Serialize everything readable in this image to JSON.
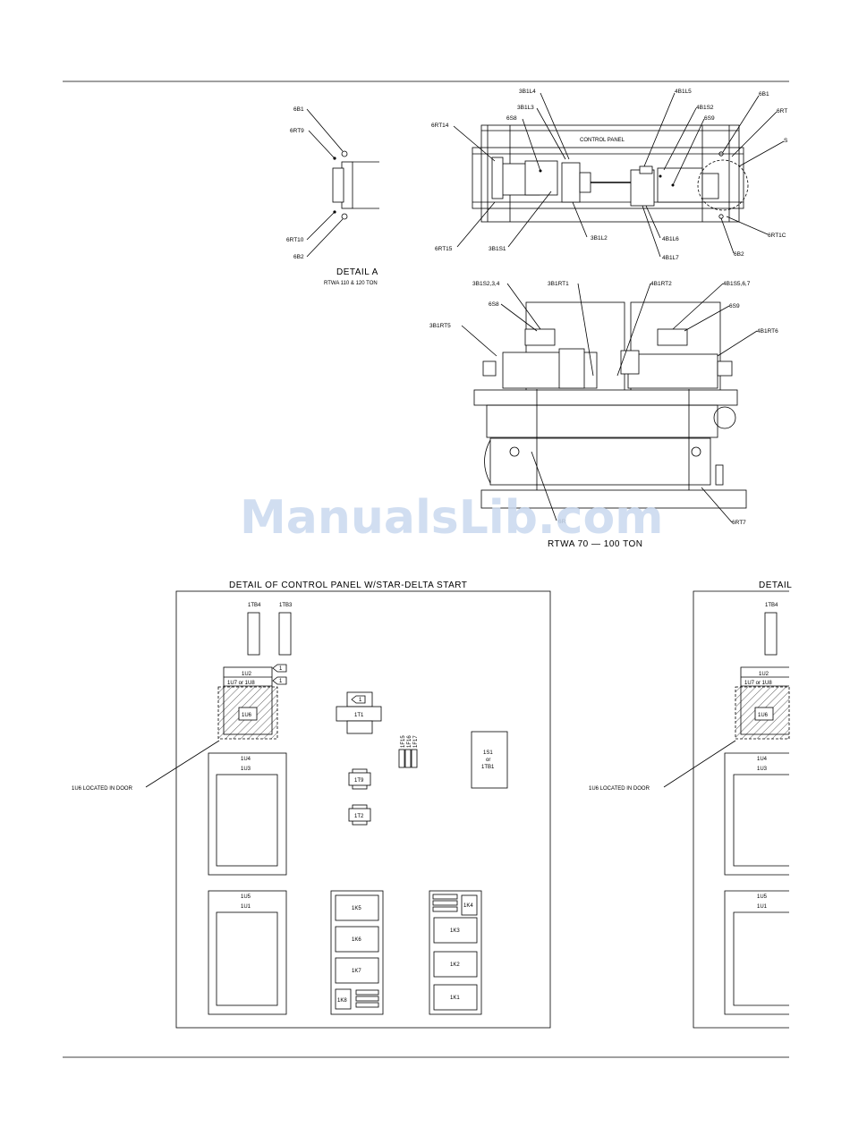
{
  "detail_a": {
    "title": "DETAIL A",
    "subtitle": "RTWA 110 & 120 TON",
    "labels": [
      "6B1",
      "6RT9",
      "6RT10",
      "6B2"
    ]
  },
  "top_view": {
    "panel_label": "CONTROL PANEL",
    "labels": [
      "3B1L4",
      "4B1L5",
      "6B1",
      "6RT",
      "3B1L3",
      "4B1S2",
      "6S8",
      "6S9",
      "6RT14",
      "S",
      "6RT15",
      "3B1S1",
      "3B1L2",
      "4B1L6",
      "4B1L7",
      "6RT1C",
      "6B2"
    ]
  },
  "side_view": {
    "title": "RTWA 70 — 100 TON",
    "labels": [
      "3B1S2,3,4",
      "3B1RT1",
      "4B1RT2",
      "4B1S5,6,7",
      "6S8",
      "6S9",
      "3B1RT5",
      "4B1RT6",
      "6RT7",
      "6R"
    ]
  },
  "panel_left": {
    "title": "DETAIL OF CONTROL PANEL W/STAR-DELTA START",
    "labels": {
      "tb4": "1TB4",
      "tb3": "1TB3",
      "u2": "1U2",
      "u7u8": "1U7 or 1U8",
      "u6": "1U6",
      "marker": "1",
      "t1": "1T1",
      "fuses": [
        "1F15",
        "1F16",
        "1F17"
      ],
      "s1_line1": "1S1",
      "s1_line2": "or",
      "s1_line3": "1TB1",
      "t9": "1T9",
      "t2": "1T2",
      "u4": "1U4",
      "u3": "1U3",
      "u5": "1U5",
      "u1": "1U1",
      "k5": "1K5",
      "k6": "1K6",
      "k7": "1K7",
      "k8": "1K8",
      "k4": "1K4",
      "k3": "1K3",
      "k2": "1K2",
      "k1": "1K1"
    },
    "callout": "1U6 LOCATED IN DOOR"
  },
  "panel_right": {
    "title": "DETAIL",
    "labels": {
      "tb4": "1TB4",
      "u2": "1U2",
      "u7u8": "1U7 or 1U8",
      "u6": "1U6",
      "u4": "1U4",
      "u3": "1U3",
      "u5": "1U5",
      "u1": "1U1"
    },
    "callout": "1U6 LOCATED IN DOOR"
  },
  "watermark": "ManualsLib.com"
}
